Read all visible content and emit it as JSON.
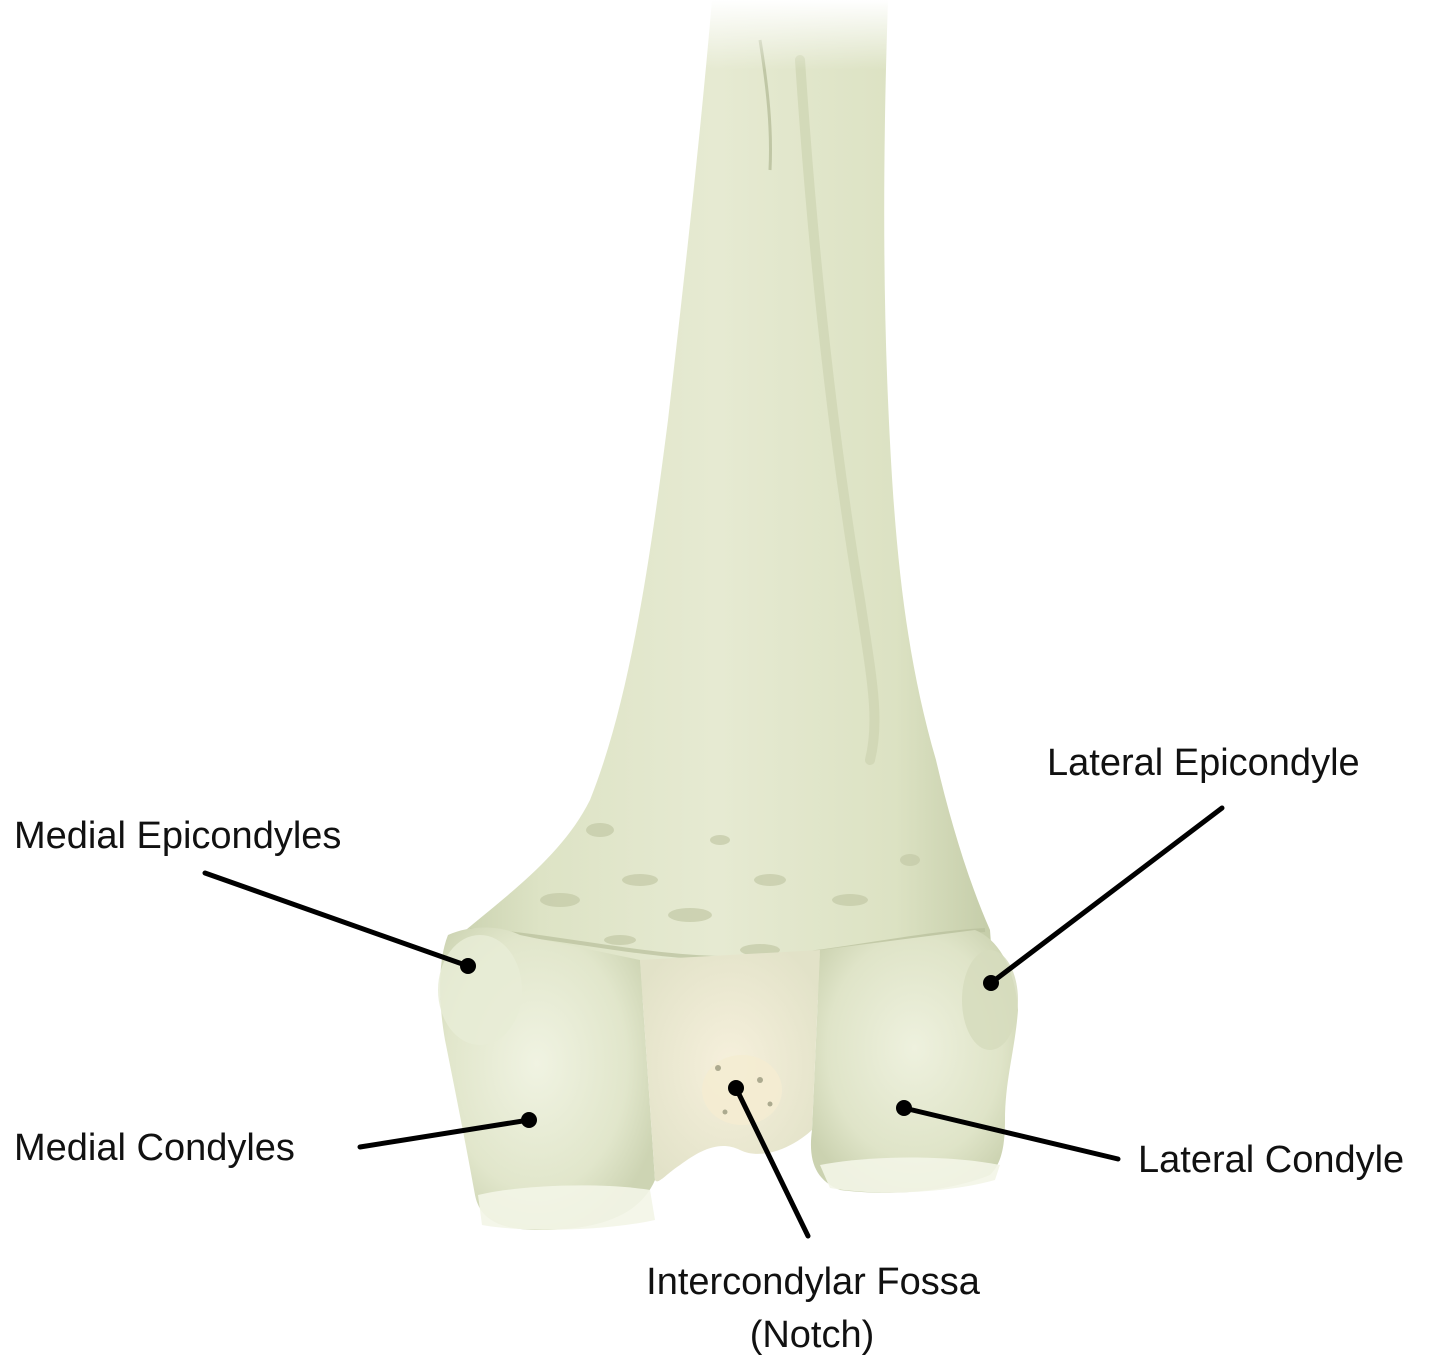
{
  "labels": {
    "medial_epicondyles": "Medial Epicondyles",
    "lateral_epicondyle": "Lateral Epicondyle",
    "medial_condyles": "Medial Condyles",
    "lateral_condyle": "Lateral Condyle",
    "intercondylar_fossa_line1": "Intercondylar Fossa",
    "intercondylar_fossa_line2": "(Notch)"
  },
  "colors": {
    "background": "#ffffff",
    "bone_base": "#e3e8cf",
    "bone_shadow": "#c9d0ae",
    "bone_highlight": "#f1f3e4",
    "leader_line": "#000000",
    "text": "#111111"
  },
  "illustration": {
    "subject": "distal-femur-bone",
    "view": "anterior"
  }
}
